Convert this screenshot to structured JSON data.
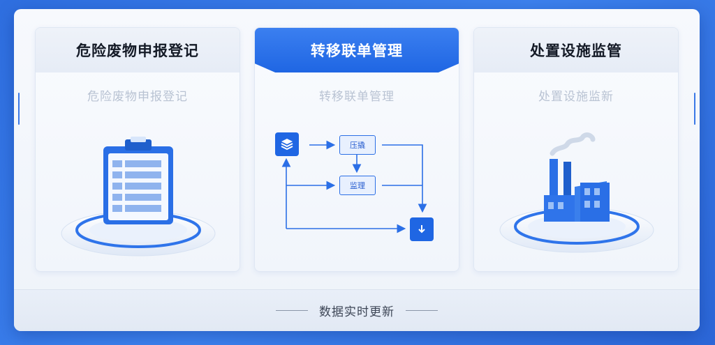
{
  "cards": [
    {
      "title": "危险废物申报登记",
      "subtitle": "危险废物申报登记"
    },
    {
      "title": "转移联单管理",
      "subtitle": "转移联单管理"
    },
    {
      "title": "处置设施监管",
      "subtitle": "处置设施监新"
    }
  ],
  "flow": {
    "node_top": "压撬",
    "node_mid": "监理"
  },
  "footer": {
    "text": "数据实时更新"
  },
  "colors": {
    "accent": "#1f66e3",
    "background": "#2f6fe0"
  },
  "icons": [
    "clipboard-icon",
    "stack-layers-icon",
    "down-arrow-badge-icon",
    "factory-icon"
  ]
}
